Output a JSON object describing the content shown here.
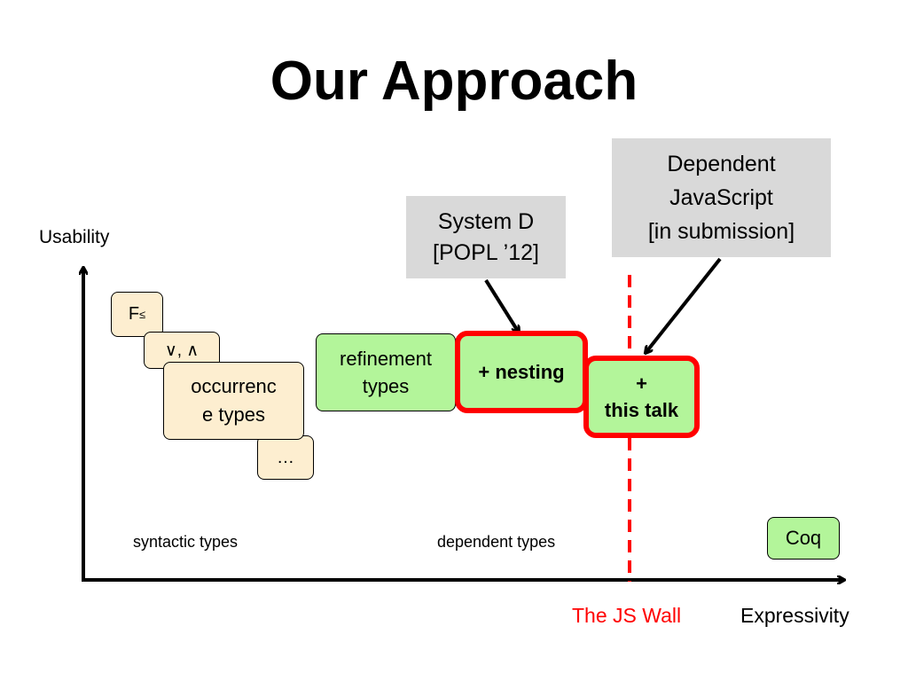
{
  "slide": {
    "title": "Our Approach"
  },
  "axes": {
    "y_label": "Usability",
    "x_label": "Expressivity"
  },
  "region_labels": {
    "syntactic": "syntactic types",
    "dependent": "dependent types"
  },
  "wall": {
    "label": "The JS Wall",
    "color": "#ff0000"
  },
  "boxes": {
    "f_sub": {
      "main": "F",
      "sub": "≤"
    },
    "union_intersection": "∨, ∧",
    "occurrence": {
      "line1": "occurrenc",
      "line2": "e types"
    },
    "ellipsis": "…",
    "refinement": {
      "line1": "refinement",
      "line2": "types"
    },
    "nesting": "+ nesting",
    "this_talk": {
      "line1": "+",
      "line2": "this talk"
    },
    "coq": "Coq"
  },
  "callouts": {
    "system_d": {
      "line1": "System D",
      "line2": "[POPL ’12]"
    },
    "djs": {
      "line1": "Dependent",
      "line2": "JavaScript",
      "line3": "[in submission]"
    }
  },
  "colors": {
    "tan_box": "#fdeed0",
    "green_box": "#b3f59a",
    "callout_gray": "#d9d9d9",
    "highlight_red": "#ff0000"
  }
}
